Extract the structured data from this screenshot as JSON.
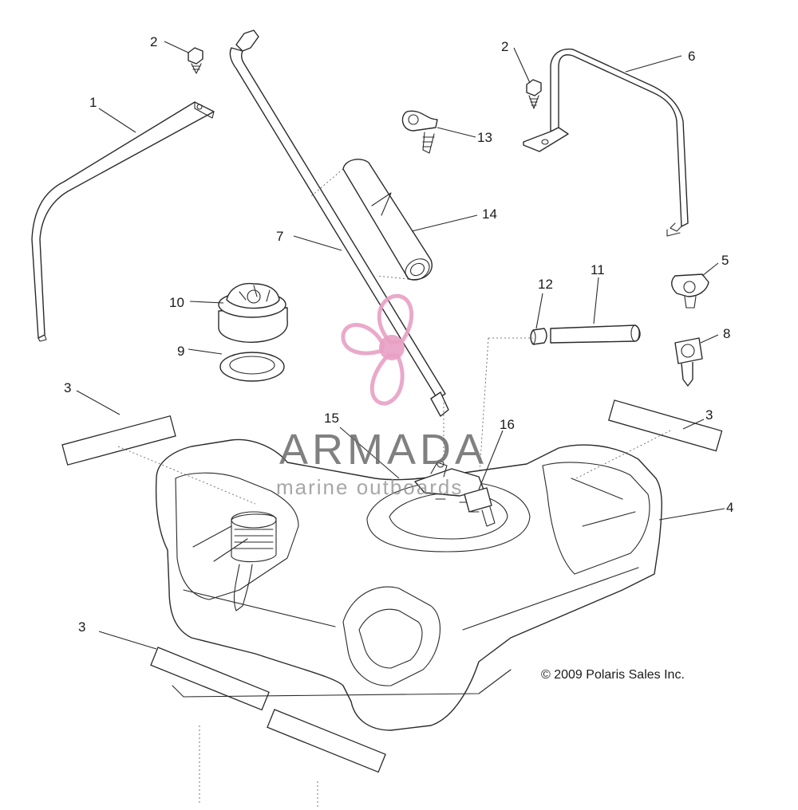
{
  "callouts": {
    "c1": "1",
    "c2a": "2",
    "c2b": "2",
    "c3a": "3",
    "c3b": "3",
    "c3c": "3",
    "c4": "4",
    "c5": "5",
    "c6": "6",
    "c7": "7",
    "c8": "8",
    "c9": "9",
    "c10": "10",
    "c11": "11",
    "c12": "12",
    "c13": "13",
    "c14": "14",
    "c15": "15",
    "c16": "16"
  },
  "copyright": "© 2009 Polaris Sales Inc.",
  "watermark": {
    "title": "ARMADA",
    "subtitle": "marine outboards",
    "color": "#e8a0c4"
  }
}
